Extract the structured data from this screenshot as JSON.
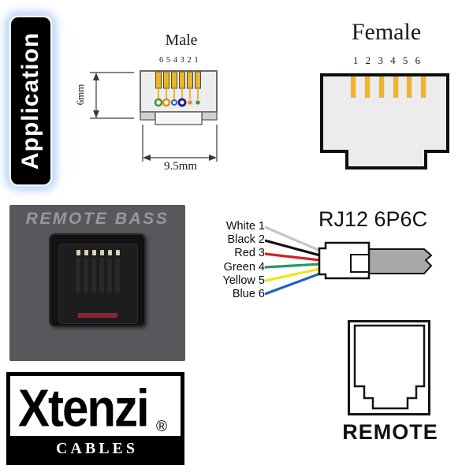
{
  "application_badge": {
    "label": "Application"
  },
  "male_connector": {
    "title": "Male",
    "pin_numbers": "6 5 4 3 2 1",
    "height_label": "6mm",
    "width_label": "9.5mm"
  },
  "female_connector": {
    "title": "Female",
    "pin_numbers": "1 2 3 4 5 6"
  },
  "photo_panel": {
    "label": "REMOTE BASS"
  },
  "wiring_diagram": {
    "title": "RJ12 6P6C",
    "wires": [
      {
        "label": "White 1",
        "color": "#c6c6c6"
      },
      {
        "label": "Black 2",
        "color": "#101010"
      },
      {
        "label": "Red 3",
        "color": "#d32121"
      },
      {
        "label": "Green 4",
        "color": "#1e9e62"
      },
      {
        "label": "Yellow 5",
        "color": "#f0e515"
      },
      {
        "label": "Blue 6",
        "color": "#2160c2"
      }
    ]
  },
  "brand_logo": {
    "name": "Xtenzi",
    "registered_mark": "®",
    "tagline": "CABLES"
  },
  "remote_jack": {
    "label": "REMOTE"
  },
  "palette": {
    "pin_gold": "#f2b32a",
    "connector_body_gray": "#ededed",
    "cable_gray": "#a9a9a9",
    "panel_gray": "#58585c",
    "glow_blue": "#cfe2f8"
  }
}
